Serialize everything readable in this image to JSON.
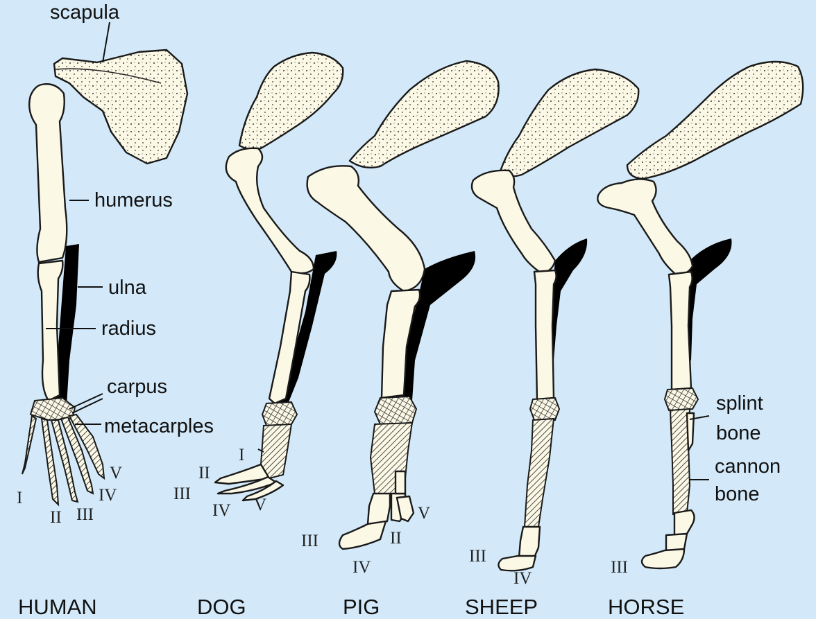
{
  "labels": {
    "scapula": "scapula",
    "humerus": "humerus",
    "ulna": "ulna",
    "radius": "radius",
    "carpus": "carpus",
    "metacarples": "metacarples",
    "splint_bone_1": "splint",
    "splint_bone_2": "bone",
    "cannon_bone_1": "cannon",
    "cannon_bone_2": "bone"
  },
  "captions": {
    "human": "HUMAN",
    "dog": "DOG",
    "pig": "PIG",
    "sheep": "SHEEP",
    "horse": "HORSE"
  },
  "digits": {
    "human": [
      "I",
      "II",
      "III",
      "IV",
      "V"
    ],
    "dog": [
      "I",
      "II",
      "III",
      "IV",
      "V"
    ],
    "pig": [
      "III",
      "IV",
      "II",
      "V"
    ],
    "sheep": [
      "III",
      "IV"
    ],
    "horse": [
      "III"
    ]
  },
  "colors": {
    "background": "#d3e9f9",
    "bone": "#fbf8e6",
    "outline": "#1a1a1a"
  }
}
